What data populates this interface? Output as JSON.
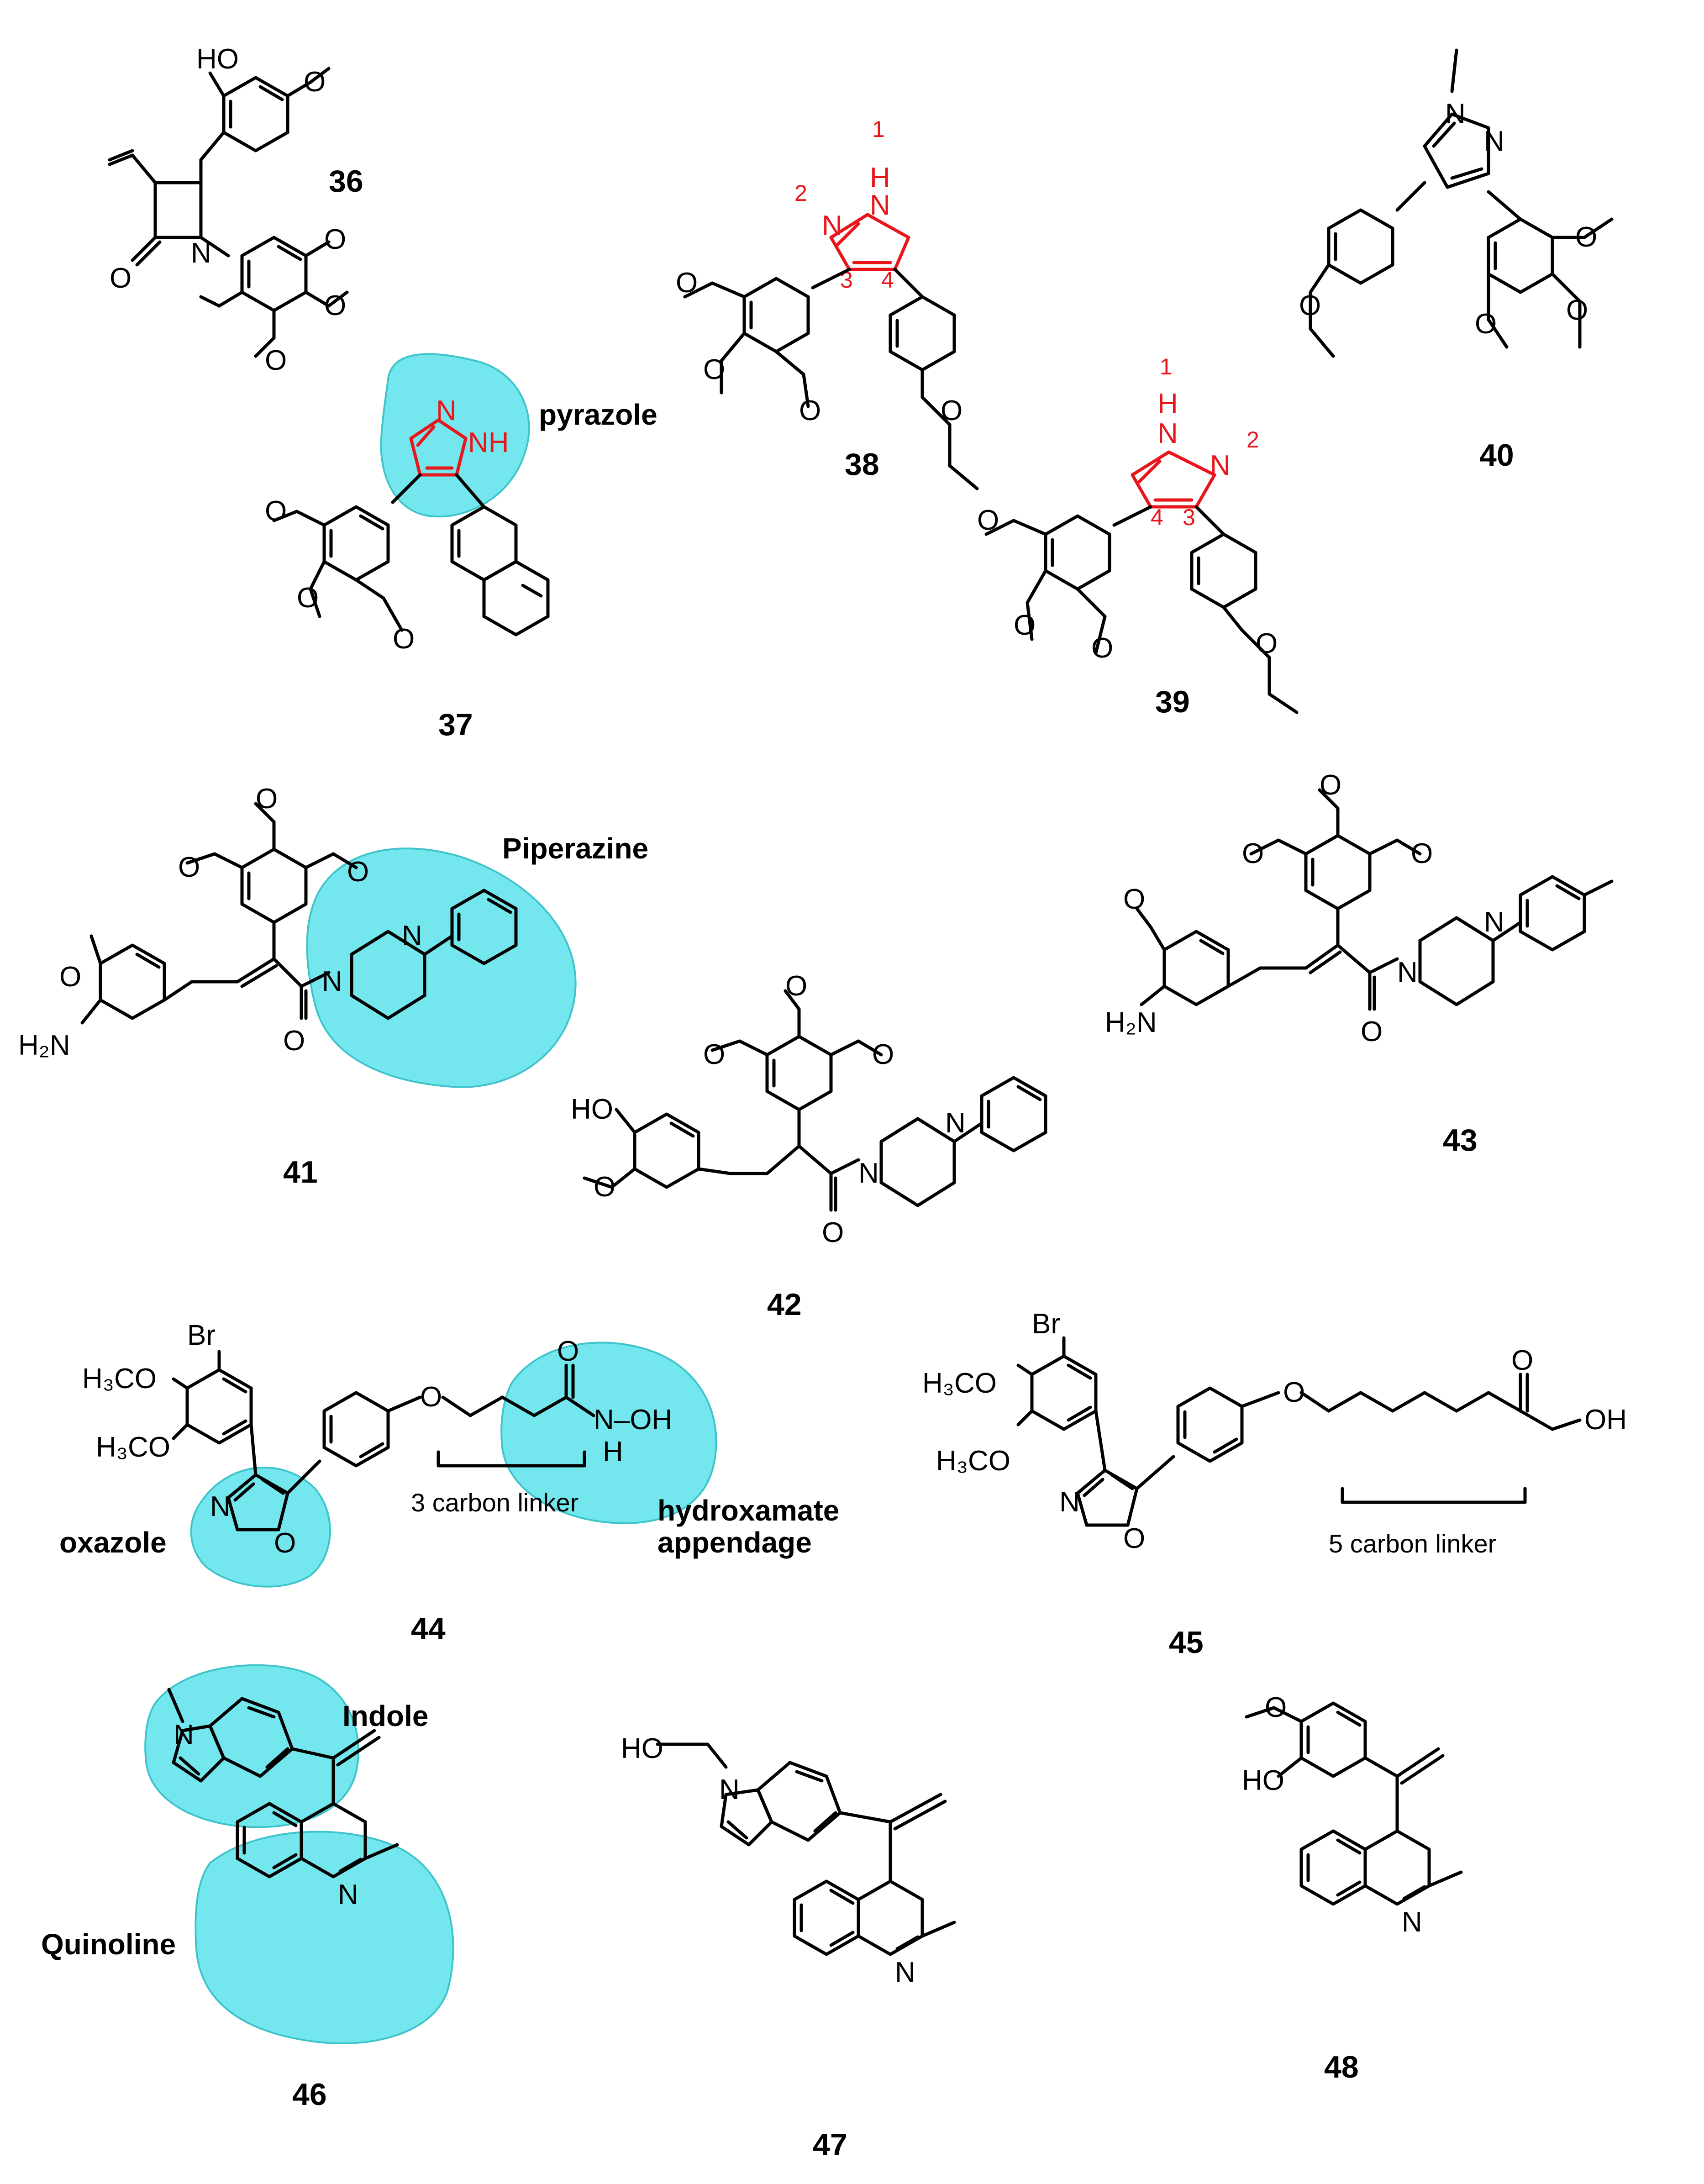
{
  "compounds": {
    "c36": "36",
    "c37": "37",
    "c38": "38",
    "c39": "39",
    "c40": "40",
    "c41": "41",
    "c42": "42",
    "c43": "43",
    "c44": "44",
    "c45": "45",
    "c46": "46",
    "c47": "47",
    "c48": "48"
  },
  "labels": {
    "pyrazole": "pyrazole",
    "piperazine": "Piperazine",
    "oxazole": "oxazole",
    "hydroxamate_line1": "hydroxamate",
    "hydroxamate_line2": "appendage",
    "indole": "Indole",
    "quinoline": "Quinoline",
    "linker3": "3 carbon linker",
    "linker5": "5 carbon linker"
  },
  "atoms": {
    "HO": "HO",
    "OH": "OH",
    "O": "O",
    "N": "N",
    "NH": "NH",
    "H": "H",
    "H2N": "H₂N",
    "H3CO": "H₃CO",
    "Br": "Br",
    "NOH": "N–OH"
  },
  "ring_numbers": {
    "n1": "1",
    "n2": "2",
    "n3": "3",
    "n4": "4"
  },
  "colors": {
    "highlight": "#5be3ea",
    "pyrazole_red": "#e8161b"
  }
}
